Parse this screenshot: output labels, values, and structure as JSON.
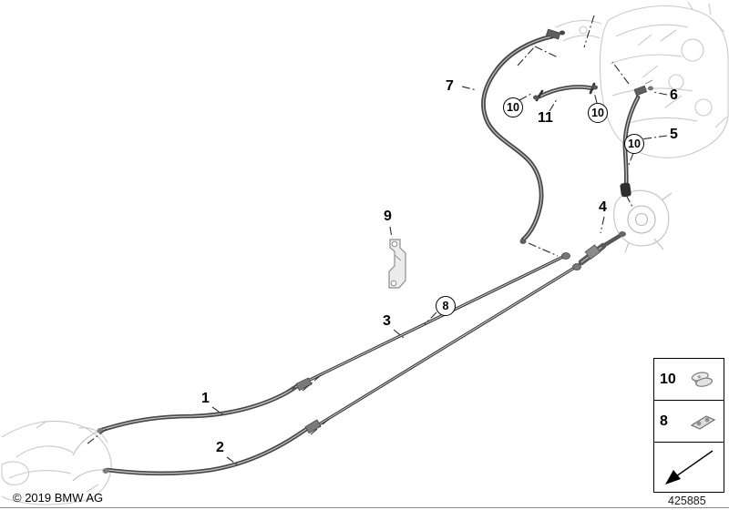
{
  "callouts": {
    "n1": "1",
    "n2": "2",
    "n3": "3",
    "n4": "4",
    "n5": "5",
    "n6": "6",
    "n7": "7",
    "n9": "9",
    "n11": "11",
    "c8": "8",
    "c10": "10"
  },
  "legend": {
    "rows": [
      {
        "label": "10",
        "icon": "hose-clip-icon"
      },
      {
        "label": "8",
        "icon": "pipe-clamp-icon"
      },
      {
        "label": "",
        "icon": "section-arrow-icon"
      }
    ]
  },
  "footer": {
    "copyright": "© 2019 BMW AG",
    "part_number": "425885"
  },
  "colors": {
    "hose_dark": "#474747",
    "pipe_dark": "#3f3f3f",
    "sketch_gray": "#c9c9c9",
    "text": "#000000"
  }
}
